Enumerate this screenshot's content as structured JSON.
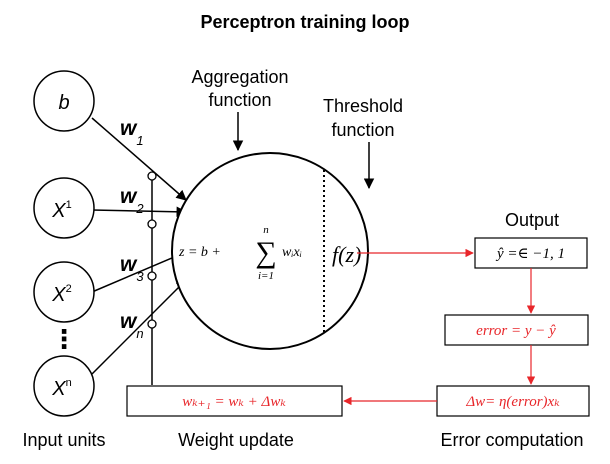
{
  "title": "Perceptron training loop",
  "colors": {
    "black": "#000000",
    "red": "#e8262a"
  },
  "inputs": {
    "bias": "b",
    "x1_base": "X",
    "x1_sup": "1",
    "x2_base": "X",
    "x2_sup": "2",
    "xn_base": "X",
    "xn_sup": "n",
    "ellipsis": "⋮"
  },
  "weights": {
    "w1_base": "w",
    "w1_sub": "1",
    "w2_base": "w",
    "w2_sub": "2",
    "w3_base": "w",
    "w3_sub": "3",
    "wn_base": "w",
    "wn_sub": "n"
  },
  "labels": {
    "aggregation_line1": "Aggregation",
    "aggregation_line2": "function",
    "threshold_line1": "Threshold",
    "threshold_line2": "function",
    "output": "Output",
    "input_units": "Input units",
    "weight_update": "Weight update",
    "error_computation": "Error computation"
  },
  "formulas": {
    "aggregation_prefix": "z = b +",
    "sum_symbol": "∑",
    "sum_upper": "n",
    "sum_lower": "i=1",
    "aggregation_term": "wᵢxᵢ",
    "activation": "f(z)",
    "output_box": "ŷ =∈ −1, 1",
    "error_box": "error = y − ŷ",
    "delta_box": "Δw= η(error)xₖ",
    "update_box": "wₖ₊₁ = wₖ + Δwₖ"
  }
}
